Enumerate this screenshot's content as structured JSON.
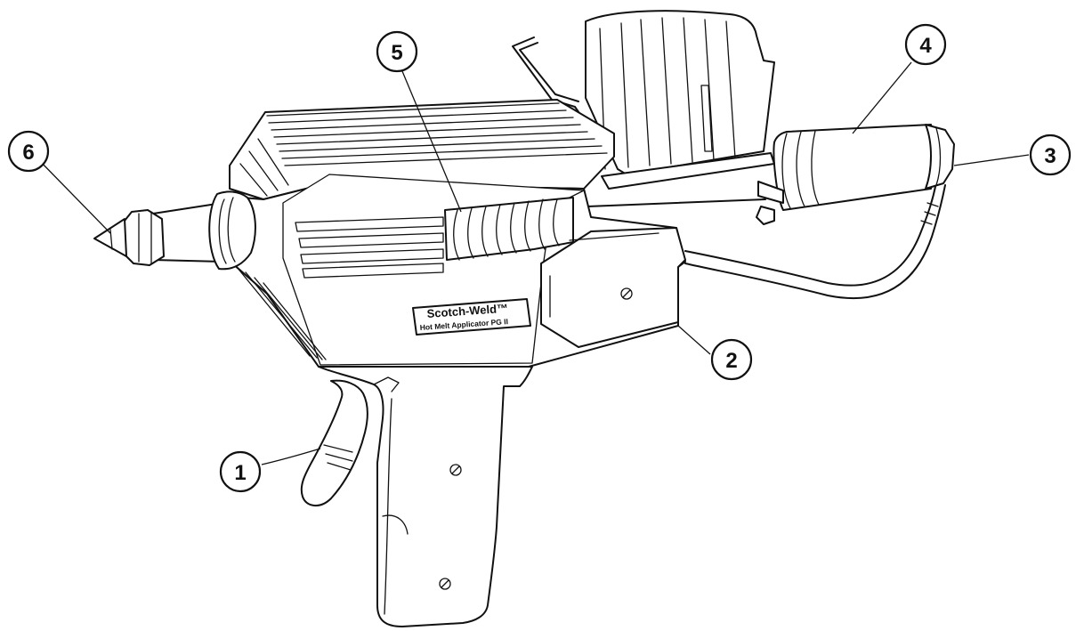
{
  "product_label": {
    "line1": "Scotch-Weld™",
    "line2": "Hot Melt Applicator PG II"
  },
  "callouts": [
    {
      "id": "1",
      "label": "1"
    },
    {
      "id": "2",
      "label": "2"
    },
    {
      "id": "3",
      "label": "3"
    },
    {
      "id": "4",
      "label": "4"
    },
    {
      "id": "5",
      "label": "5"
    },
    {
      "id": "6",
      "label": "6"
    }
  ]
}
